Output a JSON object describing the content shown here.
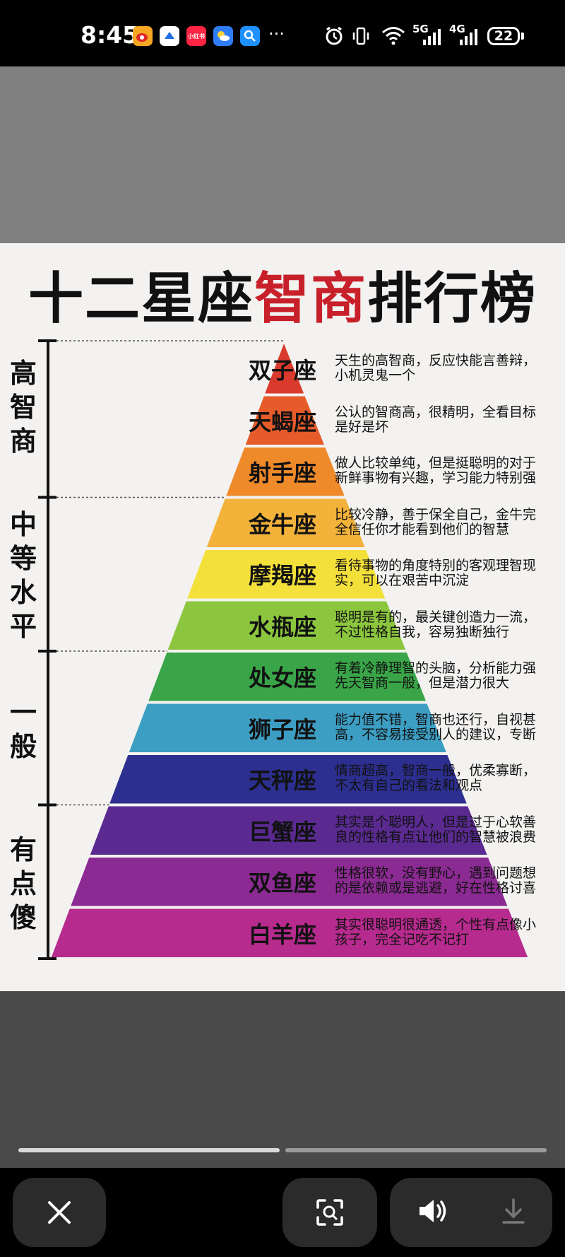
{
  "status_bar": {
    "time": "8:45",
    "app_icons": [
      {
        "icon": "weibo-icon",
        "color": "#f5a623"
      },
      {
        "icon": "messenger-icon",
        "color": "#ffffff"
      },
      {
        "icon": "xiaohongshu-icon",
        "color": "#ff2442",
        "text": "小红书"
      },
      {
        "icon": "weather-icon",
        "color": "#2f7df6"
      },
      {
        "icon": "search-app-icon",
        "color": "#1e90ff"
      }
    ],
    "more": "···",
    "network_5g": "5G",
    "network_4g": "4G",
    "battery": "22"
  },
  "infographic": {
    "title_part1": "十二星座",
    "title_highlight": "智商",
    "title_part2": "排行榜",
    "tiers": [
      {
        "label": "高智商"
      },
      {
        "label": "中等水平"
      },
      {
        "label": "一般"
      },
      {
        "label": "有点傻"
      }
    ],
    "signs": [
      {
        "name": "双子座",
        "desc": "天生的高智商，反应快能言善辩，\n小机灵鬼一个",
        "color": "#d93a2b"
      },
      {
        "name": "天蝎座",
        "desc": "公认的智商高，很精明，全看目标\n是好是坏",
        "color": "#e65b2a"
      },
      {
        "name": "射手座",
        "desc": "做人比较单纯，但是挺聪明的对于\n新鲜事物有兴趣，学习能力特别强",
        "color": "#ef8a2a"
      },
      {
        "name": "金牛座",
        "desc": "比较冷静，善于保全自己，金牛完\n全信任你才能看到他们的智慧",
        "color": "#f3b23a"
      },
      {
        "name": "摩羯座",
        "desc": "看待事物的角度特别的客观理智现\n实，可以在艰苦中沉淀",
        "color": "#f4e03a"
      },
      {
        "name": "水瓶座",
        "desc": "聪明是有的，最关键创造力一流，\n不过性格自我，容易独断独行",
        "color": "#8cc63e"
      },
      {
        "name": "处女座",
        "desc": "有着冷静理智的头脑，分析能力强\n先天智商一般，但是潜力很大",
        "color": "#3aa548"
      },
      {
        "name": "狮子座",
        "desc": "能力值不错，智商也还行，自视甚\n高，不容易接受别人的建议，专断",
        "color": "#3d9ec4"
      },
      {
        "name": "天秤座",
        "desc": "情商超高，智商一般，优柔寡断，\n不太有自己的看法和观点",
        "color": "#2c2f8f"
      },
      {
        "name": "巨蟹座",
        "desc": "其实是个聪明人，但是过于心软善\n良的性格有点让他们的智慧被浪费",
        "color": "#5a2a91"
      },
      {
        "name": "双鱼座",
        "desc": "性格很软，没有野心，遇到问题想\n的是依赖或是逃避，好在性格讨喜",
        "color": "#8c2a93"
      },
      {
        "name": "白羊座",
        "desc": "其实很聪明很通透，个性有点像小\n孩子，完全记吃不记打",
        "color": "#b72a8e"
      }
    ]
  },
  "viewer": {
    "progress": 0.5
  },
  "toolbar": {
    "close_icon": "close-icon",
    "scan_icon": "scan-icon",
    "volume_icon": "volume-icon",
    "download_icon": "download-icon"
  }
}
